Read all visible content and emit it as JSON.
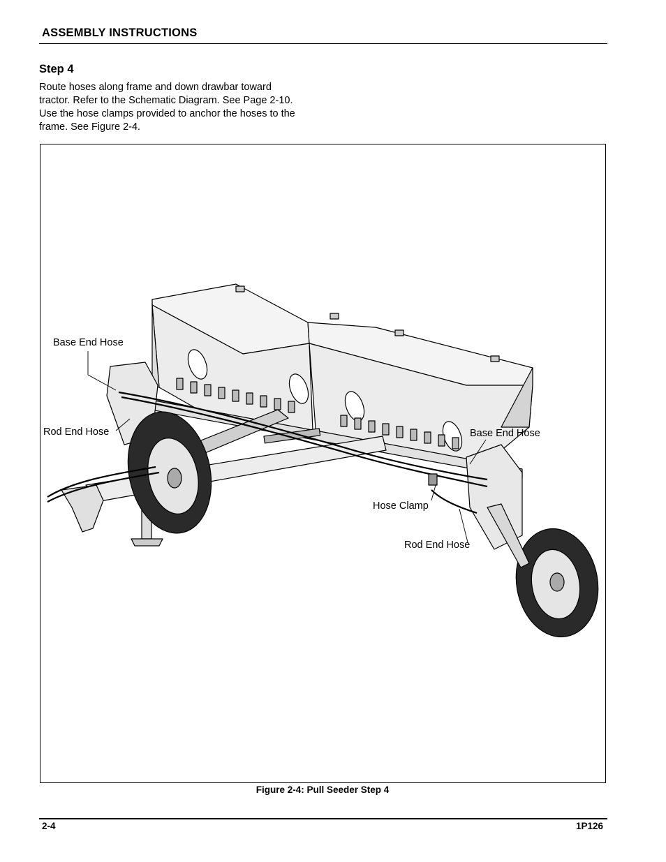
{
  "header": {
    "section_title": "ASSEMBLY INSTRUCTIONS"
  },
  "step": {
    "title": "Step 4",
    "body_lines": [
      "Route hoses along frame and down drawbar toward",
      "tractor. Refer to the Schematic Diagram. See Page 2-10.",
      "Use the hose clamps provided to anchor the hoses to the",
      "frame. See Figure 2-4."
    ]
  },
  "figure": {
    "callouts": {
      "base_end_hose_left": "Base End Hose",
      "rod_end_hose_left": "Rod End Hose",
      "base_end_hose_right": "Base End Hose",
      "hose_clamp": "Hose Clamp",
      "rod_end_hose_right": "Rod End Hose"
    },
    "caption": "Figure 2-4:  Pull Seeder Step 4"
  },
  "footer": {
    "page_number": "2-4",
    "doc_code": "1P126"
  }
}
